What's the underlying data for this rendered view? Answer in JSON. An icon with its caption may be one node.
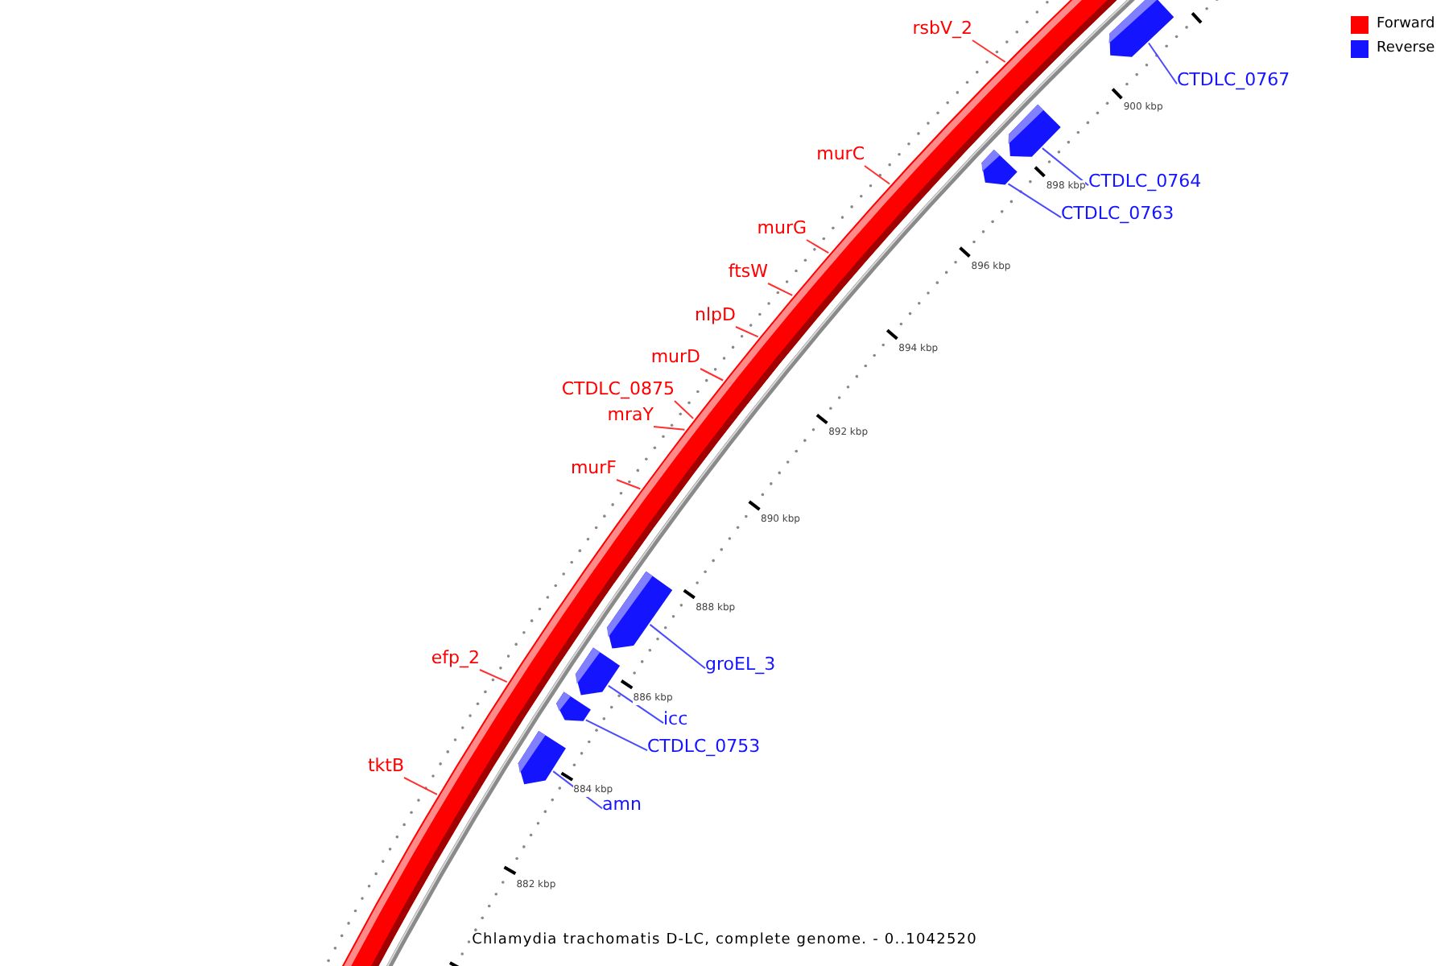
{
  "diagram": {
    "caption": "Chlamydia trachomatis D-LC, complete genome. - 0..1042520",
    "nodes": [
      {
        "text": [
          "rsbV_2"
        ]
      },
      {
        "text": [
          "murC"
        ]
      },
      {
        "text": [
          "murG"
        ]
      },
      {
        "text": [
          "ftsW"
        ]
      },
      {
        "text": [
          "nlpD"
        ]
      },
      {
        "text": [
          "murD"
        ]
      },
      {
        "text": [
          "CTDLC_0875"
        ]
      },
      {
        "text": [
          "mraY"
        ]
      },
      {
        "text": [
          "murF"
        ]
      },
      {
        "text": [
          "efp_2"
        ]
      },
      {
        "text": [
          "tktB"
        ]
      },
      {
        "text": [
          "CTDLC_0767"
        ]
      },
      {
        "text": [
          "CTDLC_0764"
        ]
      },
      {
        "text": [
          "CTDLC_0763"
        ]
      },
      {
        "text": [
          "groEL_3"
        ]
      },
      {
        "text": [
          "icc"
        ]
      },
      {
        "text": [
          "CTDLC_0753"
        ]
      },
      {
        "text": [
          "amn"
        ]
      },
      {
        "text": [],
        "shape": "bar"
      },
      {
        "text": [],
        "shape": "bar"
      },
      {
        "text": [],
        "shape": "bar"
      },
      {
        "text": [],
        "shape": "bar"
      },
      {
        "text": [],
        "shape": "bar"
      },
      {
        "text": [],
        "shape": "bar"
      },
      {
        "text": [],
        "shape": "bar"
      }
    ],
    "edges": [
      {
        "from": 0,
        "to": null,
        "arrow": "none"
      },
      {
        "from": 1,
        "to": null,
        "arrow": "none"
      },
      {
        "from": 2,
        "to": null,
        "arrow": "none"
      },
      {
        "from": 3,
        "to": null,
        "arrow": "none"
      },
      {
        "from": 4,
        "to": null,
        "arrow": "none"
      },
      {
        "from": 5,
        "to": null,
        "arrow": "none"
      },
      {
        "from": 6,
        "to": null,
        "arrow": "none"
      },
      {
        "from": 7,
        "to": null,
        "arrow": "none"
      },
      {
        "from": 8,
        "to": null,
        "arrow": "none"
      },
      {
        "from": 9,
        "to": null,
        "arrow": "none"
      },
      {
        "from": 10,
        "to": null,
        "arrow": "none"
      },
      {
        "from": 11,
        "to": 18,
        "arrow": "none",
        "color": "#4a4aff"
      },
      {
        "from": 12,
        "to": 19,
        "arrow": "none",
        "color": "#4a4aff"
      },
      {
        "from": 13,
        "to": 20,
        "arrow": "none",
        "color": "#4a4aff"
      },
      {
        "from": 14,
        "to": 21,
        "arrow": "none",
        "color": "#4a4aff"
      },
      {
        "from": 15,
        "to": 22,
        "arrow": "none",
        "color": "#4a4aff"
      },
      {
        "from": 16,
        "to": 23,
        "arrow": "none",
        "color": "#4a4aff"
      },
      {
        "from": 17,
        "to": 24,
        "arrow": "none",
        "color": "#4a4aff"
      }
    ],
    "labels": [
      "900 kbp",
      "898 kbp",
      "896 kbp",
      "894 kbp",
      "892 kbp",
      "890 kbp",
      "888 kbp",
      "886 kbp",
      "884 kbp",
      "882 kbp"
    ],
    "legend": [
      {
        "text": "Forward",
        "color": "#ff0000"
      },
      {
        "text": "Reverse",
        "color": "#1414ff"
      }
    ]
  }
}
